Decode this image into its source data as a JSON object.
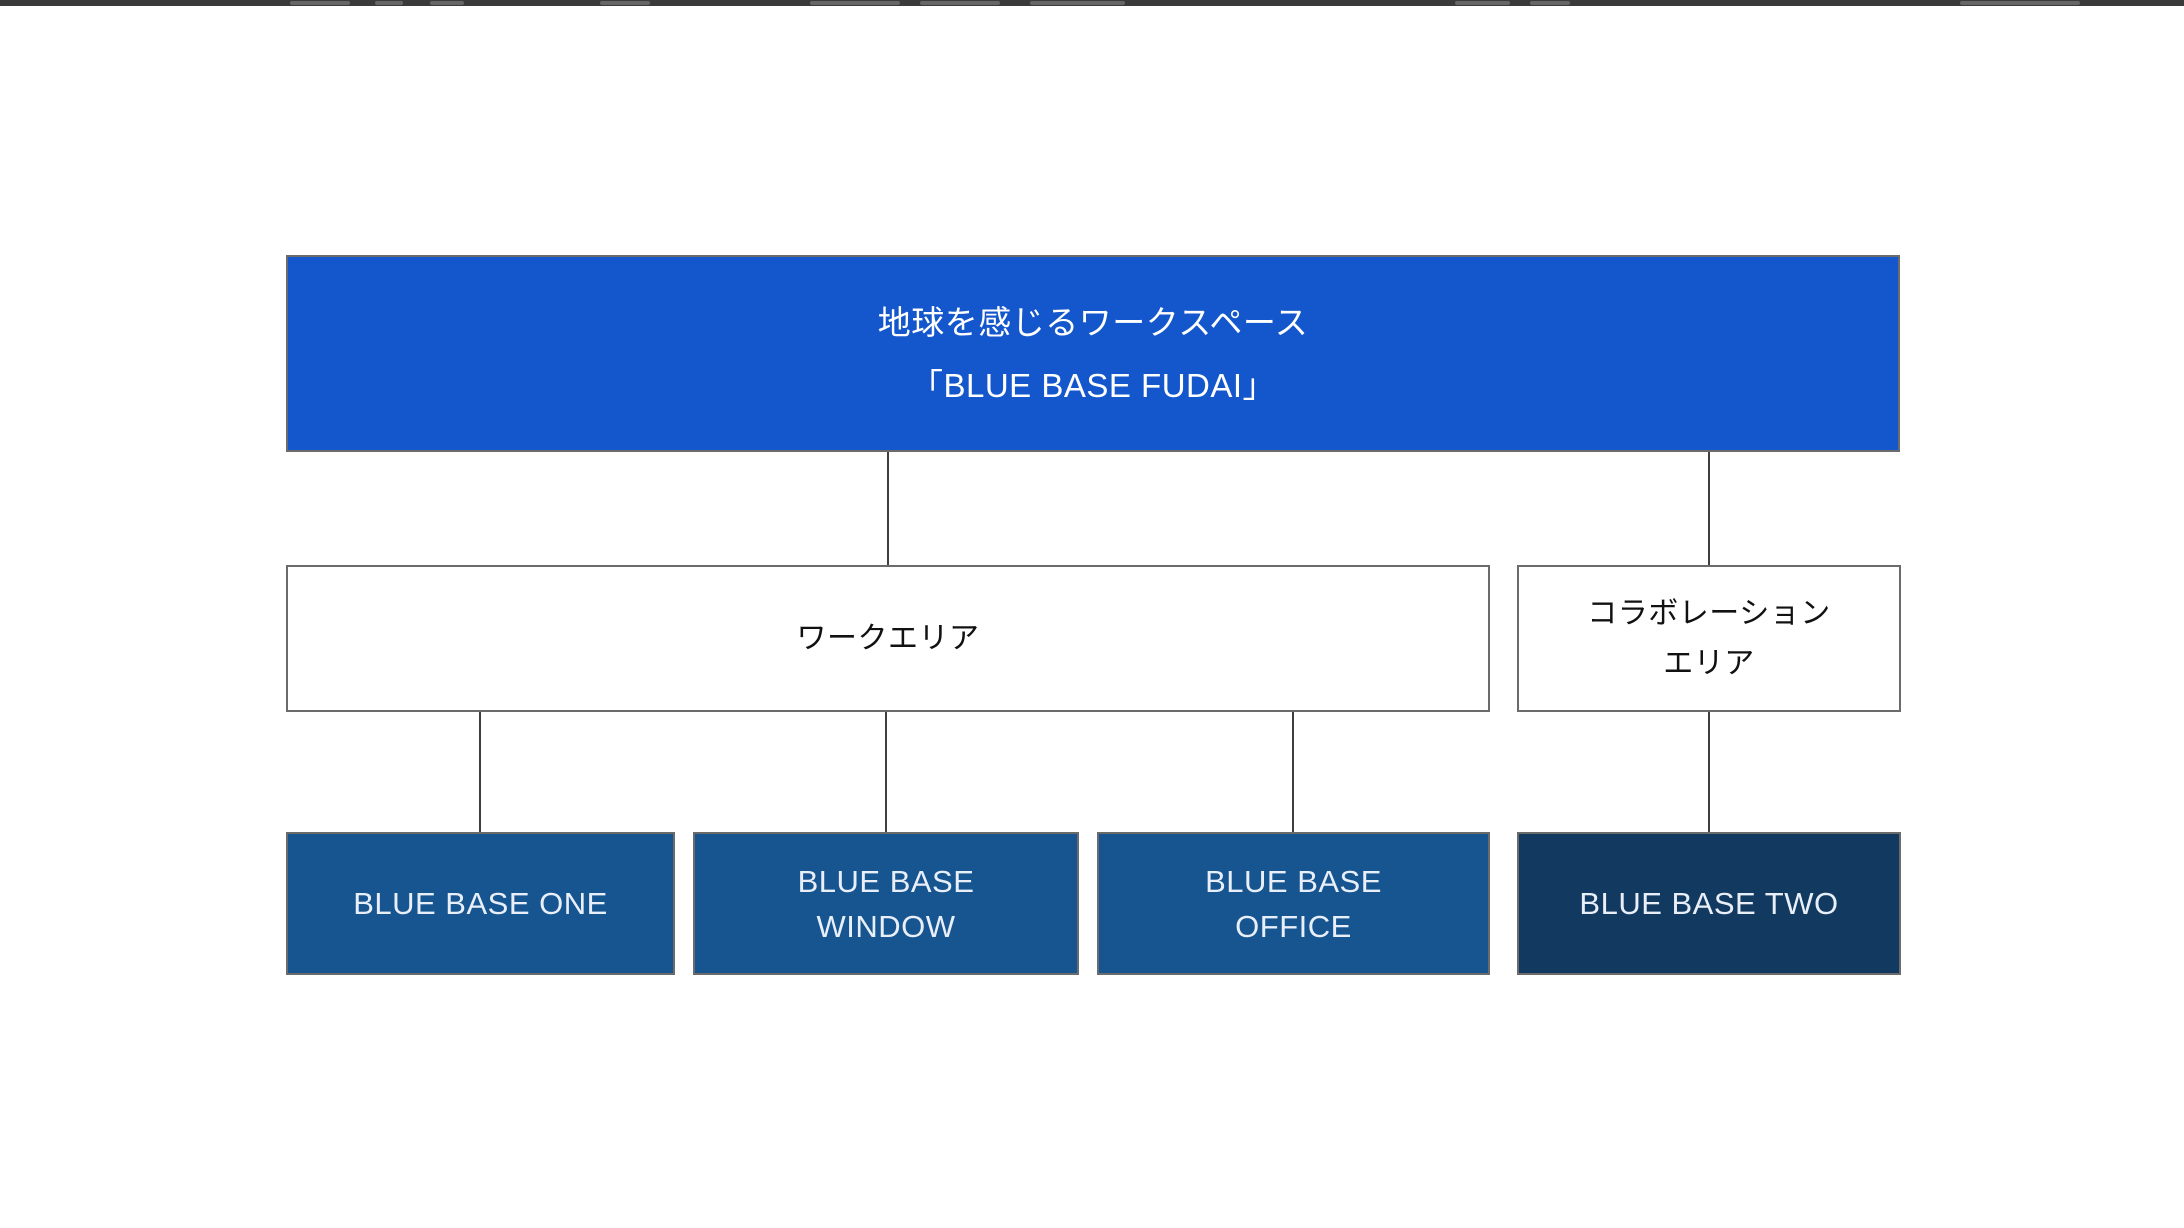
{
  "window": {
    "toolbar_strip_color": "#3a3a3a"
  },
  "colors": {
    "root_fill": "#1456cb",
    "root_text": "#ffffff",
    "level2_fill": "#ffffff",
    "level2_text": "#111111",
    "branch_fill": "#175591",
    "branch_dark_fill": "#123a60",
    "branch_text": "#e9eff8",
    "box_border": "#6b6b6b",
    "connector": "#3f3f3f"
  },
  "diagram": {
    "root": {
      "lines": [
        "地球を感じるワークスペース",
        "「BLUE BASE FUDAI」"
      ]
    },
    "level2": [
      {
        "id": "work-area",
        "lines": [
          "ワークエリア",
          ""
        ]
      },
      {
        "id": "collaboration-area",
        "lines": [
          "コラボレーション",
          "エリア"
        ]
      }
    ],
    "level3": [
      {
        "id": "blue-base-one",
        "lines": [
          "BLUE BASE ONE",
          ""
        ]
      },
      {
        "id": "blue-base-window",
        "lines": [
          "BLUE BASE",
          "WINDOW"
        ]
      },
      {
        "id": "blue-base-office",
        "lines": [
          "BLUE BASE",
          "OFFICE"
        ]
      },
      {
        "id": "blue-base-two",
        "lines": [
          "BLUE BASE TWO",
          ""
        ]
      }
    ]
  }
}
